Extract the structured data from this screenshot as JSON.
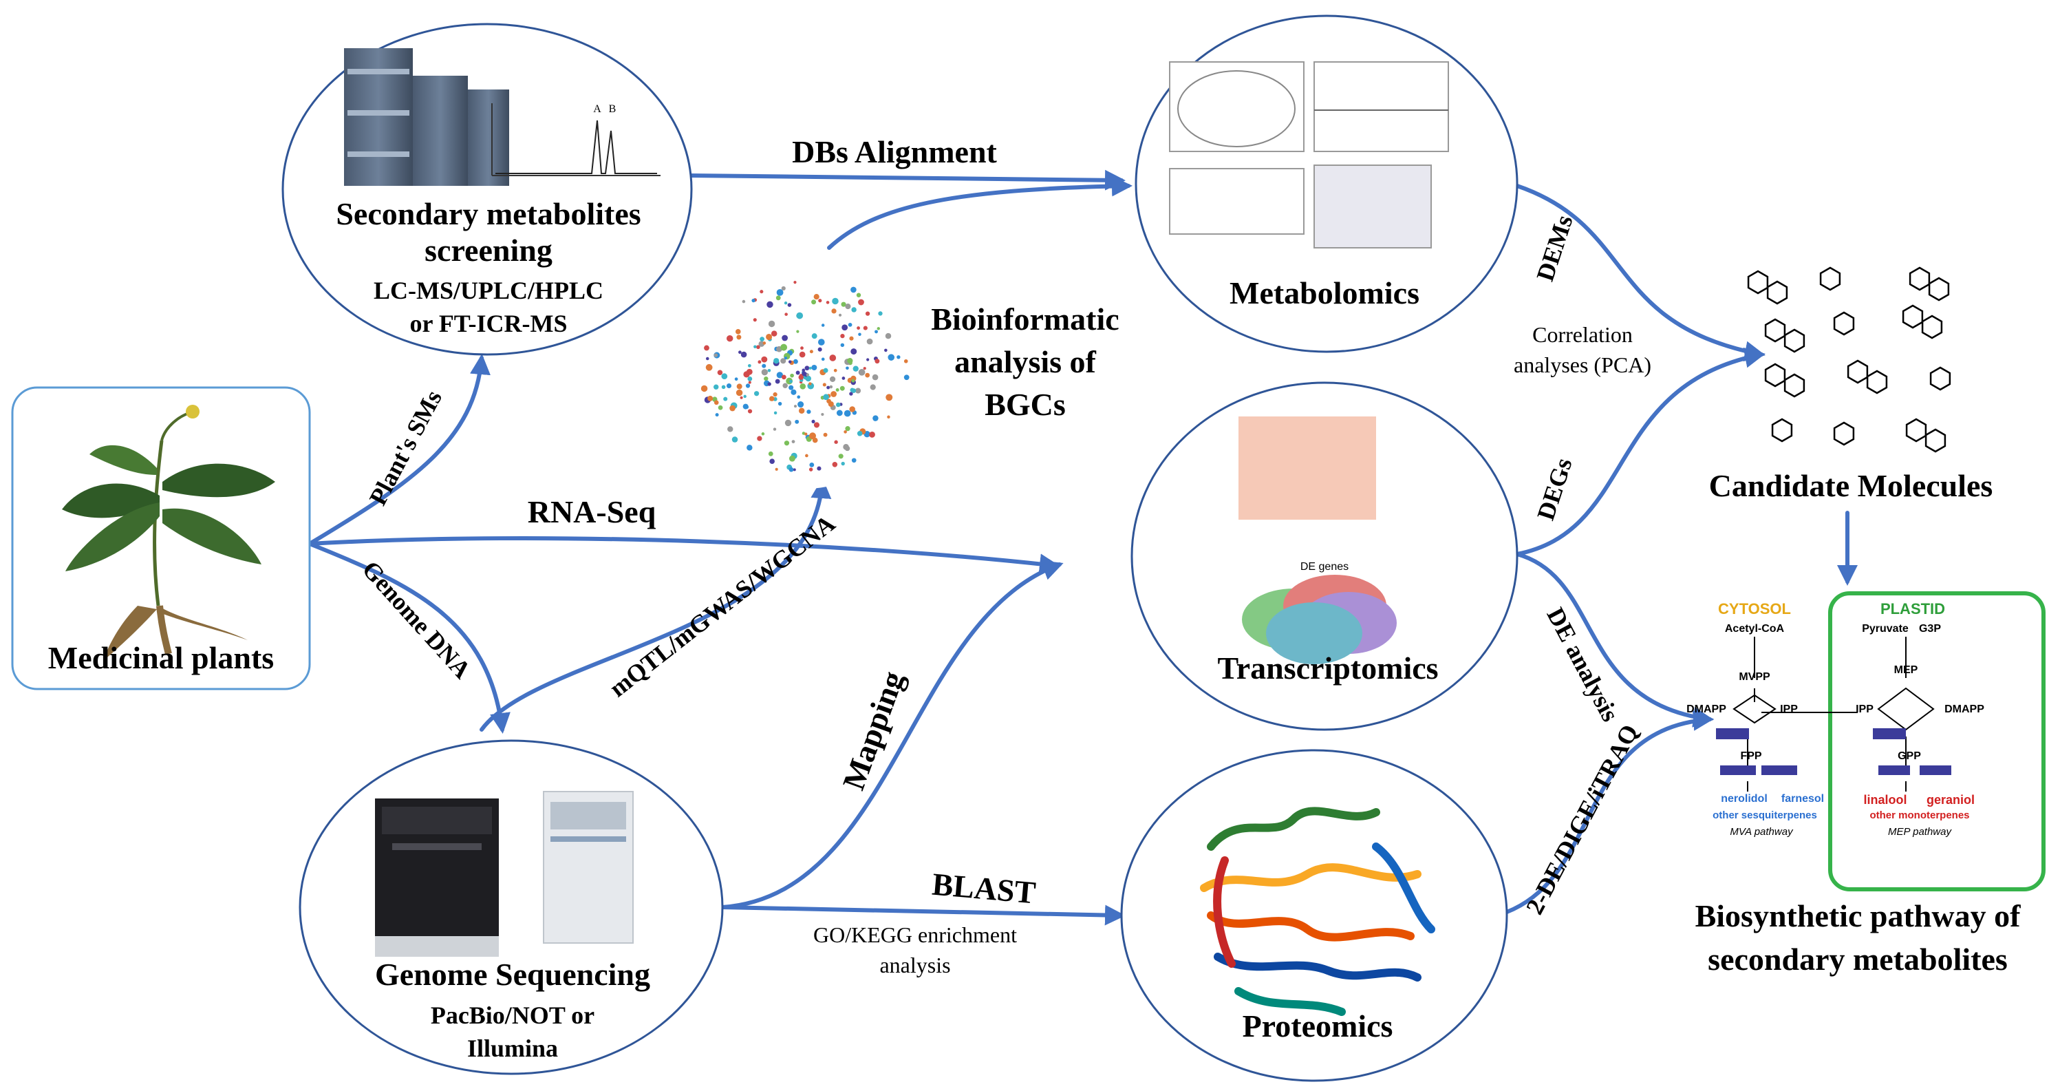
{
  "colors": {
    "arrow": "#4472c4",
    "node_border": "#2f5597",
    "plant_box": "#5b9bd5",
    "cytosol": "#e6a817",
    "plastid": "#2e9e3a",
    "plastid_box": "#36b34a"
  },
  "nodes": {
    "medicinal_plants": "Medicinal plants",
    "secondary_metabolites": [
      "Secondary metabolites",
      "screening"
    ],
    "secondary_methods": [
      "LC-MS/UPLC/HPLC",
      "or FT-ICR-MS"
    ],
    "genome_sequencing": "Genome Sequencing",
    "genome_methods": [
      "PacBio/NOT or",
      "Illumina"
    ],
    "metabolomics": "Metabolomics",
    "transcriptomics": "Transcriptomics",
    "proteomics": "Proteomics",
    "bgc": [
      "Bioinformatic",
      "analysis of",
      "BGCs"
    ],
    "candidate": "Candidate Molecules",
    "pathway": [
      "Biosynthetic pathway of",
      "secondary metabolites"
    ]
  },
  "edges": {
    "plants_sms": "Plant's SMs",
    "genome_dna": "Genome DNA",
    "rna_seq": "RNA-Seq",
    "dbs_alignment": "DBs Alignment",
    "mqtl": "mQTL/mGWAS/WGCNA",
    "mapping": "Mapping",
    "blast": "BLAST",
    "go_kegg": [
      "GO/KEGG enrichment",
      "analysis"
    ],
    "dems": "DEMs",
    "correlation": [
      "Correlation",
      "analyses (PCA)"
    ],
    "degs": "DEGs",
    "de_analysis": "DE analysis",
    "two_de": "2-DE/DIGE/iTRAQ"
  },
  "pathway_inset": {
    "cytosol": "CYTOSOL",
    "plastid": "PLASTID",
    "acetyl": "Acetyl-CoA",
    "pyruvate": "Pyruvate",
    "g3p": "G3P",
    "mvpp": "MVPP",
    "mep": "MEP",
    "dmapp": "DMAPP",
    "ipp": "IPP",
    "fpp": "FPP",
    "gpp": "GPP",
    "nerolidol": "nerolidol",
    "farnesol": "farnesol",
    "linalool": "linalool",
    "geraniol": "geraniol",
    "other_sesq": "other sesquiterpenes",
    "other_mono": "other monoterpenes",
    "mva_pathway": "MVA pathway",
    "mep_pathway": "MEP pathway"
  },
  "mini_plots": {
    "chromatogram_peaks": [
      "A",
      "B"
    ],
    "dem_venn_title": "DE genes"
  }
}
